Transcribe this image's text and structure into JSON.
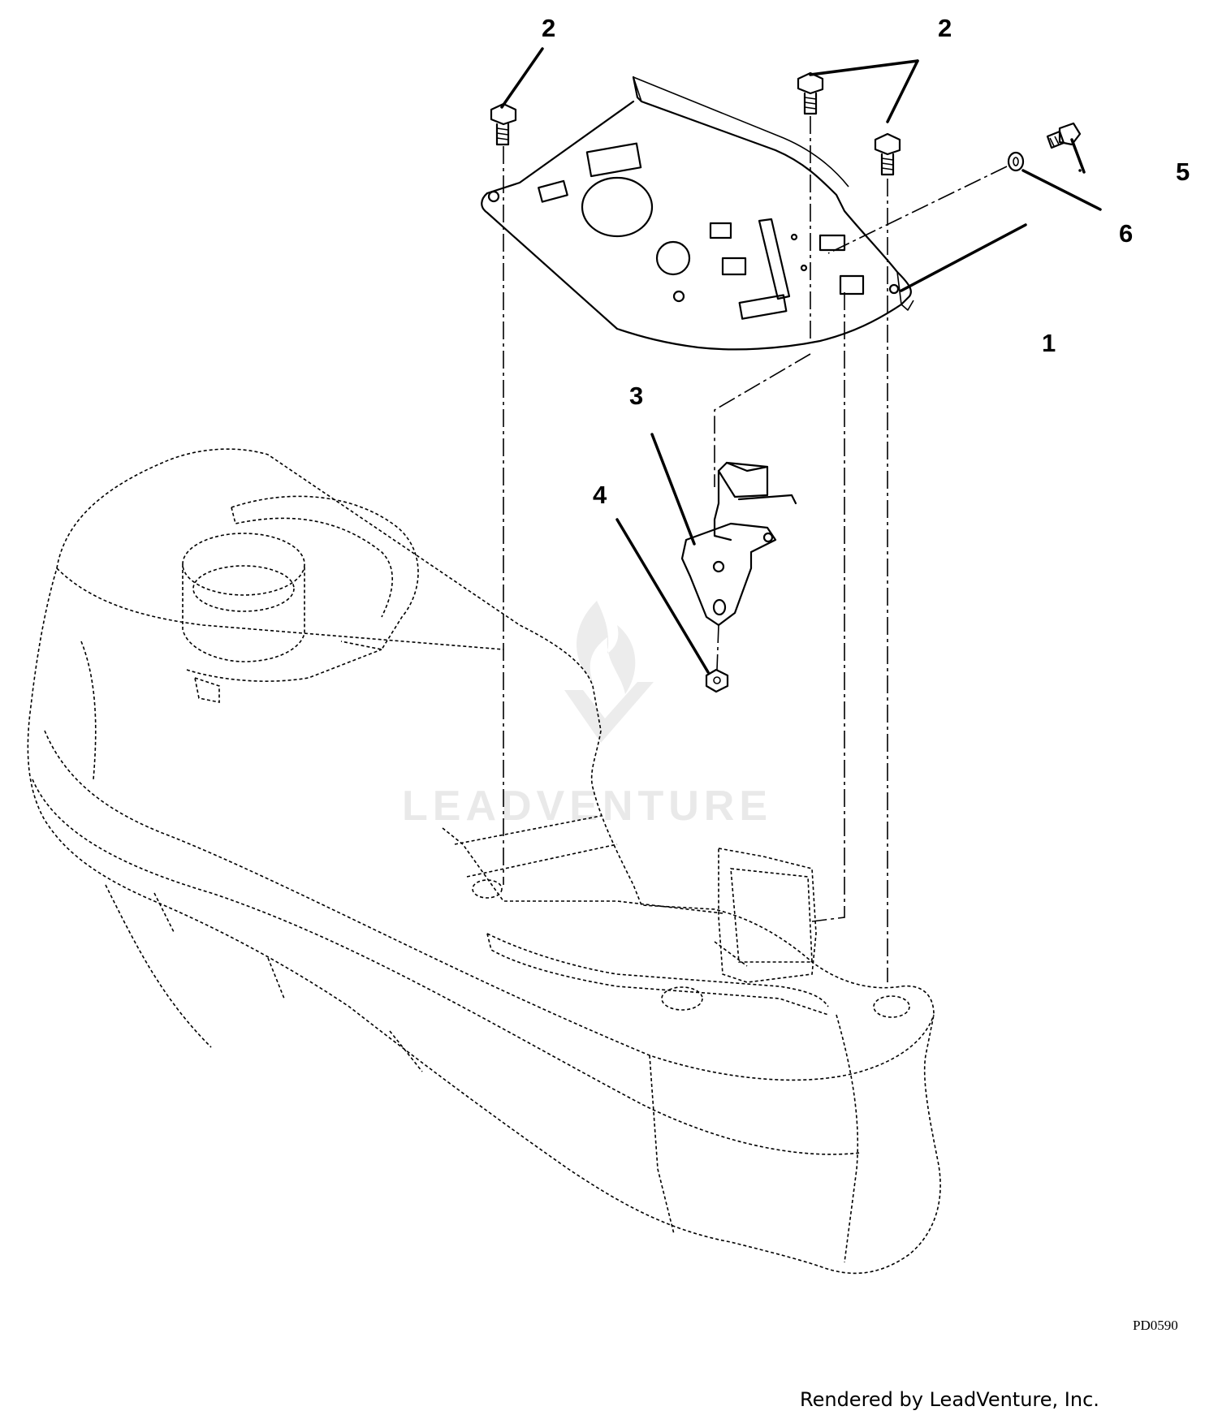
{
  "callouts": [
    {
      "label": "2"
    },
    {
      "label": "2"
    },
    {
      "label": "5"
    },
    {
      "label": "6"
    },
    {
      "label": "1"
    },
    {
      "label": "3"
    },
    {
      "label": "4"
    }
  ],
  "drawing_code": "PD0590",
  "credit": "Rendered by LeadVenture, Inc.",
  "watermark": "LEADVENTURE"
}
